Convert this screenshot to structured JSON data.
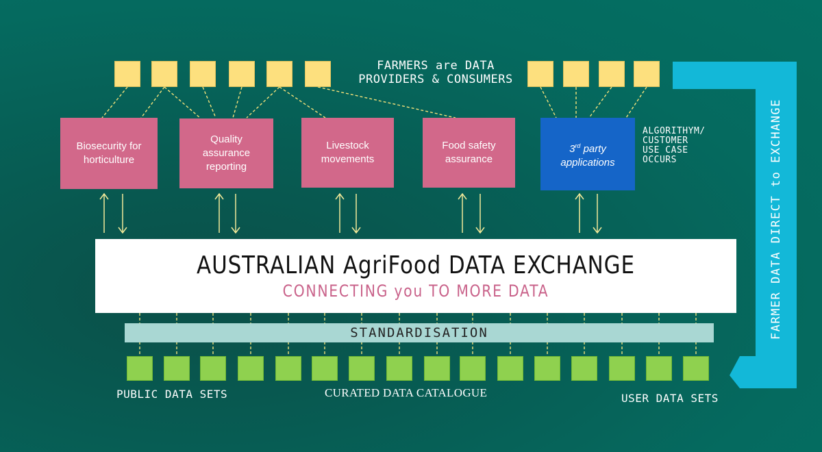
{
  "farmers_label": [
    "FARMERS are DATA",
    "PROVIDERS & CONSUMERS"
  ],
  "boxes": [
    {
      "label": "Biosecurity for horticulture"
    },
    {
      "label": "Quality assurance reporting"
    },
    {
      "label": "Livestock movements"
    },
    {
      "label": "Food safety assurance"
    },
    {
      "label_main": "3",
      "label_sup": "rd",
      "label_rest": " party applications"
    }
  ],
  "algorithm_note": [
    "ALGORITHYM/",
    "CUSTOMER",
    "USE CASE",
    "OCCURS"
  ],
  "exchange": {
    "title": "AUSTRALIAN AgriFood DATA EXCHANGE",
    "subtitle": "CONNECTING you TO MORE DATA"
  },
  "standardisation": "STANDARDISATION",
  "bottom_labels": {
    "public": "PUBLIC DATA SETS",
    "curated": "CURATED DATA CATALOGUE",
    "user": "USER DATA SETS"
  },
  "side_label": "FARMER DATA DIRECT to EXCHANGE",
  "colors": {
    "background": "#056a5f",
    "farmer": "#fde07e",
    "box_pink": "#d2688a",
    "box_blue": "#1565c8",
    "dataset": "#8fd14f",
    "side_arrow": "#13b8d8",
    "connector": "#f5e27a"
  }
}
